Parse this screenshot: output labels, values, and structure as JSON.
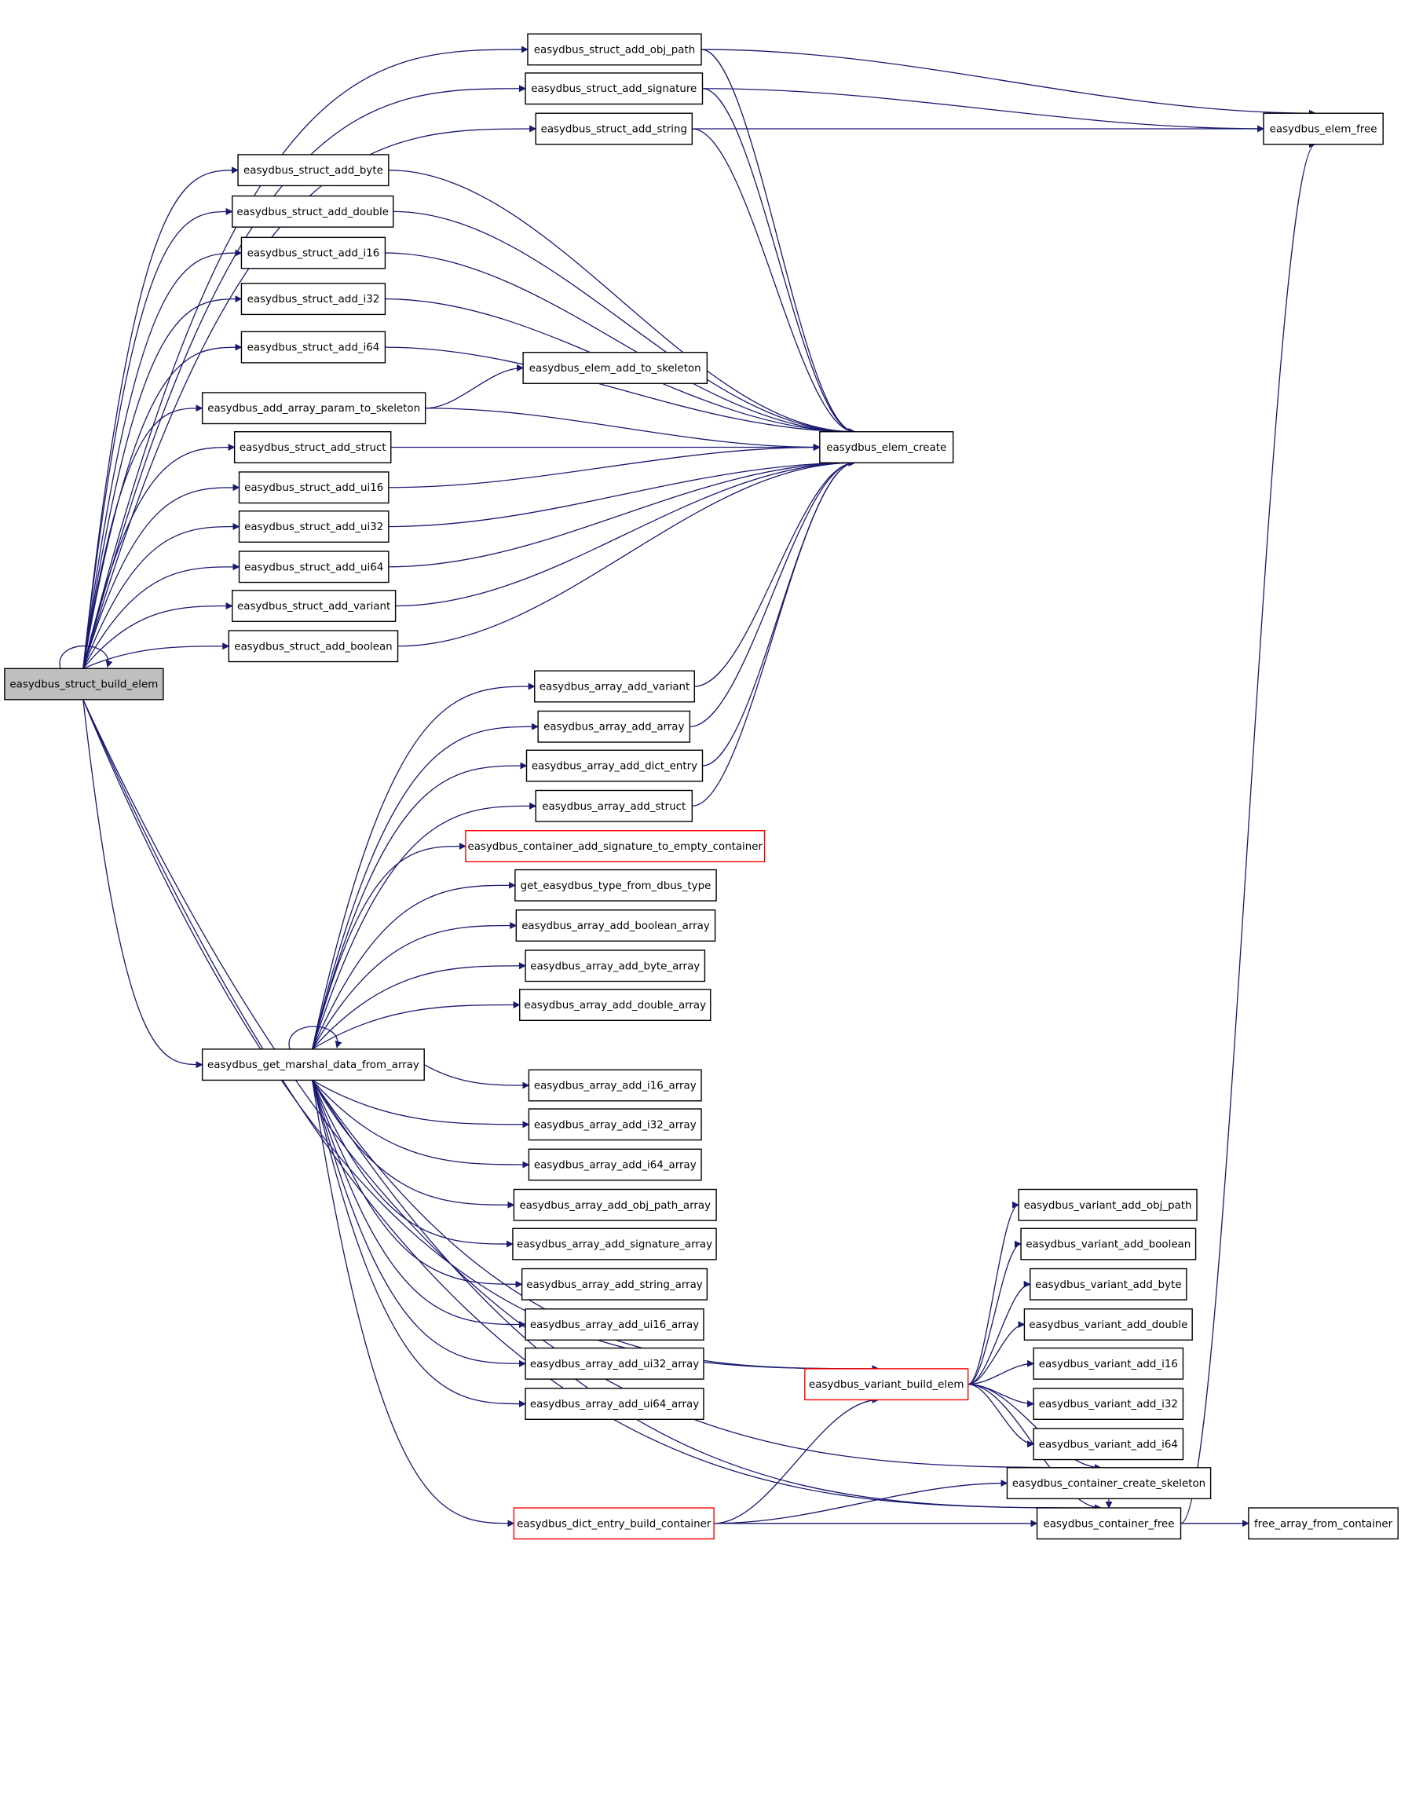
{
  "diagram": {
    "type": "call-graph",
    "colors": {
      "edge": "#191970",
      "node_border": "#000000",
      "highlight_fill": "#bfbfbf",
      "incomplete_border": "#ff0000"
    },
    "nodes": [
      {
        "id": "build_elem",
        "label": "easydbus_struct_build_elem",
        "style": "current"
      },
      {
        "id": "add_obj_path",
        "label": "easydbus_struct_add_obj_path"
      },
      {
        "id": "add_signature",
        "label": "easydbus_struct_add_signature"
      },
      {
        "id": "add_string",
        "label": "easydbus_struct_add_string"
      },
      {
        "id": "elem_free",
        "label": "easydbus_elem_free"
      },
      {
        "id": "add_byte",
        "label": "easydbus_struct_add_byte"
      },
      {
        "id": "add_double",
        "label": "easydbus_struct_add_double"
      },
      {
        "id": "add_i16",
        "label": "easydbus_struct_add_i16"
      },
      {
        "id": "add_i32",
        "label": "easydbus_struct_add_i32"
      },
      {
        "id": "add_i64",
        "label": "easydbus_struct_add_i64"
      },
      {
        "id": "elem_add_to_skeleton",
        "label": "easydbus_elem_add_to_skeleton"
      },
      {
        "id": "add_array_param",
        "label": "easydbus_add_array_param_to_skeleton"
      },
      {
        "id": "add_struct",
        "label": "easydbus_struct_add_struct"
      },
      {
        "id": "elem_create",
        "label": "easydbus_elem_create"
      },
      {
        "id": "add_ui16",
        "label": "easydbus_struct_add_ui16"
      },
      {
        "id": "add_ui32",
        "label": "easydbus_struct_add_ui32"
      },
      {
        "id": "add_ui64",
        "label": "easydbus_struct_add_ui64"
      },
      {
        "id": "add_variant",
        "label": "easydbus_struct_add_variant"
      },
      {
        "id": "add_boolean",
        "label": "easydbus_struct_add_boolean"
      },
      {
        "id": "arr_variant",
        "label": "easydbus_array_add_variant"
      },
      {
        "id": "arr_array",
        "label": "easydbus_array_add_array"
      },
      {
        "id": "arr_dict_entry",
        "label": "easydbus_array_add_dict_entry"
      },
      {
        "id": "arr_struct",
        "label": "easydbus_array_add_struct"
      },
      {
        "id": "cont_add_sig",
        "label": "easydbus_container_add_signature_to_empty_container",
        "style": "incomplete"
      },
      {
        "id": "get_type",
        "label": "get_easydbus_type_from_dbus_type"
      },
      {
        "id": "arr_boolean",
        "label": "easydbus_array_add_boolean_array"
      },
      {
        "id": "arr_byte",
        "label": "easydbus_array_add_byte_array"
      },
      {
        "id": "arr_double",
        "label": "easydbus_array_add_double_array"
      },
      {
        "id": "marshal",
        "label": "easydbus_get_marshal_data_from_array"
      },
      {
        "id": "arr_i16",
        "label": "easydbus_array_add_i16_array"
      },
      {
        "id": "arr_i32",
        "label": "easydbus_array_add_i32_array"
      },
      {
        "id": "arr_i64",
        "label": "easydbus_array_add_i64_array"
      },
      {
        "id": "arr_obj_path",
        "label": "easydbus_array_add_obj_path_array"
      },
      {
        "id": "arr_signature",
        "label": "easydbus_array_add_signature_array"
      },
      {
        "id": "arr_string",
        "label": "easydbus_array_add_string_array"
      },
      {
        "id": "arr_ui16",
        "label": "easydbus_array_add_ui16_array"
      },
      {
        "id": "arr_ui32",
        "label": "easydbus_array_add_ui32_array"
      },
      {
        "id": "arr_ui64",
        "label": "easydbus_array_add_ui64_array"
      },
      {
        "id": "var_obj_path",
        "label": "easydbus_variant_add_obj_path"
      },
      {
        "id": "var_boolean",
        "label": "easydbus_variant_add_boolean"
      },
      {
        "id": "var_byte",
        "label": "easydbus_variant_add_byte"
      },
      {
        "id": "var_double",
        "label": "easydbus_variant_add_double"
      },
      {
        "id": "variant_build",
        "label": "easydbus_variant_build_elem",
        "style": "incomplete"
      },
      {
        "id": "var_i16",
        "label": "easydbus_variant_add_i16"
      },
      {
        "id": "var_i32",
        "label": "easydbus_variant_add_i32"
      },
      {
        "id": "var_i64",
        "label": "easydbus_variant_add_i64"
      },
      {
        "id": "cont_create",
        "label": "easydbus_container_create_skeleton"
      },
      {
        "id": "dict_entry",
        "label": "easydbus_dict_entry_build_container",
        "style": "incomplete"
      },
      {
        "id": "cont_free",
        "label": "easydbus_container_free"
      },
      {
        "id": "free_array",
        "label": "free_array_from_container"
      }
    ],
    "edges": [
      [
        "build_elem",
        "build_elem"
      ],
      [
        "build_elem",
        "add_obj_path"
      ],
      [
        "build_elem",
        "add_signature"
      ],
      [
        "build_elem",
        "add_string"
      ],
      [
        "build_elem",
        "add_byte"
      ],
      [
        "build_elem",
        "add_double"
      ],
      [
        "build_elem",
        "add_i16"
      ],
      [
        "build_elem",
        "add_i32"
      ],
      [
        "build_elem",
        "add_i64"
      ],
      [
        "build_elem",
        "add_array_param"
      ],
      [
        "build_elem",
        "add_struct"
      ],
      [
        "build_elem",
        "add_ui16"
      ],
      [
        "build_elem",
        "add_ui32"
      ],
      [
        "build_elem",
        "add_ui64"
      ],
      [
        "build_elem",
        "add_variant"
      ],
      [
        "build_elem",
        "add_boolean"
      ],
      [
        "build_elem",
        "marshal"
      ],
      [
        "build_elem",
        "cont_create"
      ],
      [
        "build_elem",
        "cont_free"
      ],
      [
        "add_obj_path",
        "elem_free"
      ],
      [
        "add_signature",
        "elem_free"
      ],
      [
        "add_string",
        "elem_free"
      ],
      [
        "add_obj_path",
        "elem_create"
      ],
      [
        "add_signature",
        "elem_create"
      ],
      [
        "add_string",
        "elem_create"
      ],
      [
        "add_byte",
        "elem_create"
      ],
      [
        "add_double",
        "elem_create"
      ],
      [
        "add_i16",
        "elem_create"
      ],
      [
        "add_i32",
        "elem_create"
      ],
      [
        "add_i64",
        "elem_create"
      ],
      [
        "add_array_param",
        "elem_create"
      ],
      [
        "add_array_param",
        "elem_add_to_skeleton"
      ],
      [
        "add_struct",
        "elem_create"
      ],
      [
        "add_ui16",
        "elem_create"
      ],
      [
        "add_ui32",
        "elem_create"
      ],
      [
        "add_ui64",
        "elem_create"
      ],
      [
        "add_variant",
        "elem_create"
      ],
      [
        "add_boolean",
        "elem_create"
      ],
      [
        "arr_variant",
        "elem_create"
      ],
      [
        "arr_array",
        "elem_create"
      ],
      [
        "arr_dict_entry",
        "elem_create"
      ],
      [
        "arr_struct",
        "elem_create"
      ],
      [
        "marshal",
        "marshal"
      ],
      [
        "marshal",
        "arr_variant"
      ],
      [
        "marshal",
        "arr_array"
      ],
      [
        "marshal",
        "arr_dict_entry"
      ],
      [
        "marshal",
        "arr_struct"
      ],
      [
        "marshal",
        "cont_add_sig"
      ],
      [
        "marshal",
        "get_type"
      ],
      [
        "marshal",
        "arr_boolean"
      ],
      [
        "marshal",
        "arr_byte"
      ],
      [
        "marshal",
        "arr_double"
      ],
      [
        "marshal",
        "arr_i16"
      ],
      [
        "marshal",
        "arr_i32"
      ],
      [
        "marshal",
        "arr_i64"
      ],
      [
        "marshal",
        "arr_obj_path"
      ],
      [
        "marshal",
        "arr_signature"
      ],
      [
        "marshal",
        "arr_string"
      ],
      [
        "marshal",
        "arr_ui16"
      ],
      [
        "marshal",
        "arr_ui32"
      ],
      [
        "marshal",
        "arr_ui64"
      ],
      [
        "marshal",
        "variant_build"
      ],
      [
        "marshal",
        "dict_entry"
      ],
      [
        "marshal",
        "cont_free"
      ],
      [
        "build_elem",
        "variant_build"
      ],
      [
        "variant_build",
        "var_obj_path"
      ],
      [
        "variant_build",
        "var_boolean"
      ],
      [
        "variant_build",
        "var_byte"
      ],
      [
        "variant_build",
        "var_double"
      ],
      [
        "variant_build",
        "var_i16"
      ],
      [
        "variant_build",
        "var_i32"
      ],
      [
        "variant_build",
        "var_i64"
      ],
      [
        "variant_build",
        "cont_create"
      ],
      [
        "variant_build",
        "cont_free"
      ],
      [
        "dict_entry",
        "variant_build"
      ],
      [
        "dict_entry",
        "cont_create"
      ],
      [
        "dict_entry",
        "cont_free"
      ],
      [
        "cont_free",
        "elem_free"
      ],
      [
        "cont_free",
        "free_array"
      ],
      [
        "cont_create",
        "cont_free"
      ]
    ]
  }
}
